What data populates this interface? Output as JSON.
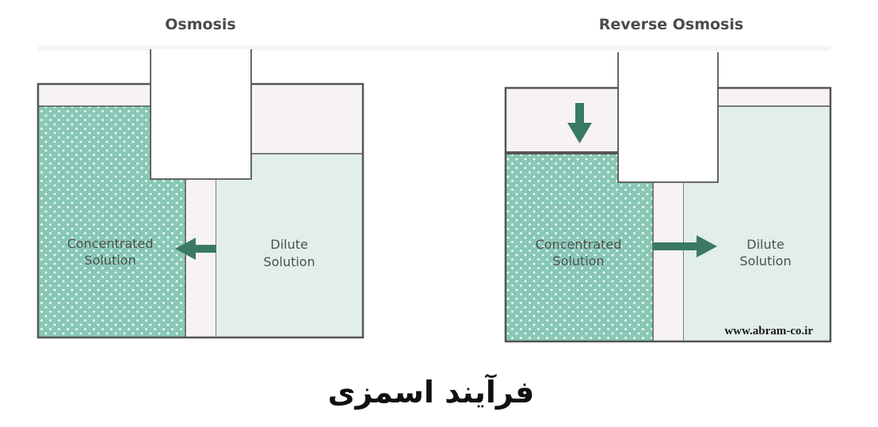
{
  "osmosis": {
    "title": "Osmosis",
    "concentrated_line1": "Concentrated",
    "concentrated_line2": "Solution",
    "dilute_line1": "Dilute",
    "dilute_line2": "Solution"
  },
  "reverse_osmosis": {
    "title": "Reverse Osmosis",
    "concentrated_line1": "Concentrated",
    "concentrated_line2": "Solution",
    "dilute_line1": "Dilute",
    "dilute_line2": "Solution"
  },
  "watermark": "www.abram-co.ir",
  "caption": "فرآیند اسمزی",
  "colors": {
    "concentrated": "#88c8b6",
    "dilute": "#e2eee9",
    "membrane": "#f7f3f2",
    "empty_space": "#f7f3f2",
    "arrow": "#3a7a62",
    "outline": "#555555"
  }
}
